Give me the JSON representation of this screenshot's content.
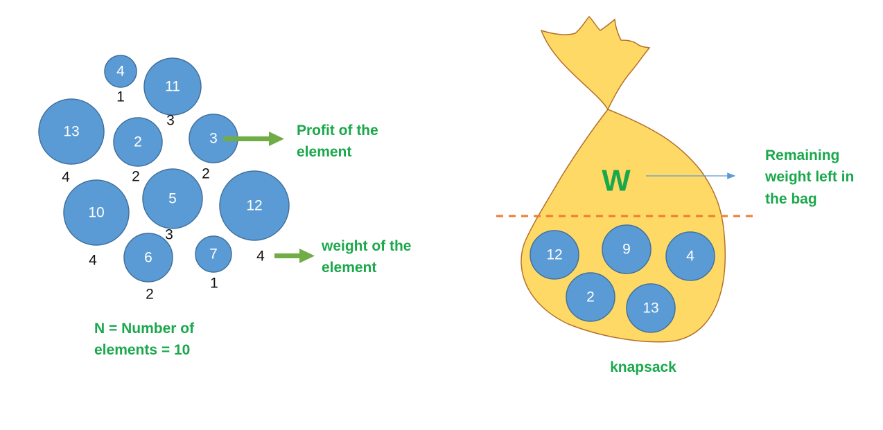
{
  "elements": [
    {
      "profit": "4",
      "weight": "1"
    },
    {
      "profit": "11",
      "weight": "3"
    },
    {
      "profit": "13",
      "weight": "4"
    },
    {
      "profit": "2",
      "weight": "2"
    },
    {
      "profit": "3",
      "weight": "2"
    },
    {
      "profit": "5",
      "weight": "3"
    },
    {
      "profit": "10",
      "weight": "4"
    },
    {
      "profit": "12",
      "weight": "4"
    },
    {
      "profit": "6",
      "weight": "2"
    },
    {
      "profit": "7",
      "weight": "1"
    }
  ],
  "labels": {
    "profit_line1": "Profit of the",
    "profit_line2": "element",
    "weight_line1": "weight of the",
    "weight_line2": "element",
    "n_line1": "N = Number of",
    "n_line2": "elements = 10",
    "remaining_line1": "Remaining",
    "remaining_line2": "weight left in",
    "remaining_line3": "the bag",
    "w_symbol": "W",
    "knapsack": "knapsack"
  },
  "bag_items": [
    "12",
    "9",
    "4",
    "2",
    "13"
  ],
  "colors": {
    "circle_fill": "#5b9bd5",
    "circle_stroke": "#41719c",
    "bag_fill": "#ffd966",
    "bag_stroke": "#b3702a",
    "label_green": "#1aa84b",
    "arrow_green": "#70ad47",
    "dash_orange": "#ed7d31",
    "thin_arrow_blue": "#5b9bd5"
  }
}
